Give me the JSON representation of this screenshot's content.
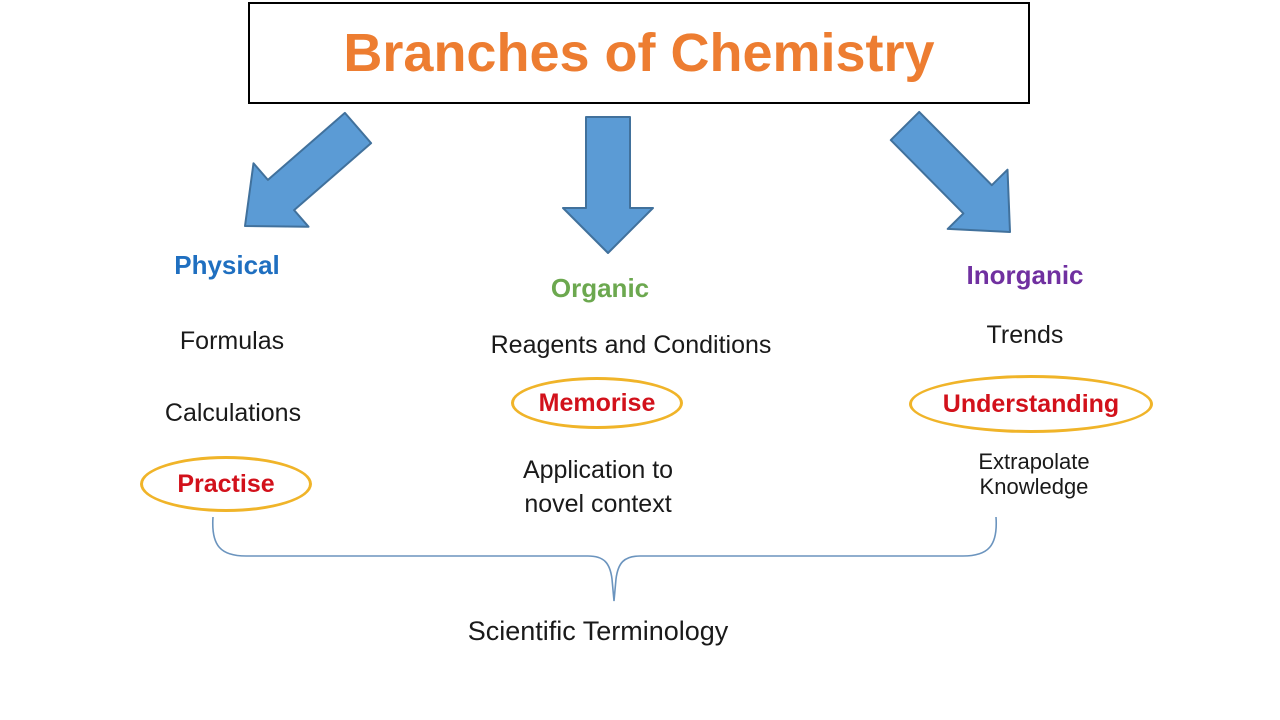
{
  "title": "Branches of Chemistry",
  "physical": {
    "heading": "Physical",
    "item1": "Formulas",
    "item2": "Calculations",
    "circled": "Practise"
  },
  "organic": {
    "heading": "Organic",
    "item1": "Reagents and Conditions",
    "circled": "Memorise",
    "item2": "Application to\nnovel context"
  },
  "inorganic": {
    "heading": "Inorganic",
    "item1": "Trends",
    "circled": "Understanding",
    "item2": "Extrapolate\nKnowledge"
  },
  "footer": "Scientific Terminology",
  "icons": {
    "arrows": "down-arrow",
    "brace": "under-brace"
  },
  "colors": {
    "title": "#ED7D31",
    "physical": "#1F6FC0",
    "organic": "#6CA84F",
    "inorganic": "#7030A0",
    "circled_text": "#D2111B",
    "ellipse_stroke": "#F0B429",
    "arrow_fill": "#5B9BD5",
    "arrow_stroke": "#41719C",
    "brace_stroke": "#6B94BE",
    "body_text": "#1a1a1a",
    "box_border": "#000000",
    "background": "#ffffff"
  }
}
